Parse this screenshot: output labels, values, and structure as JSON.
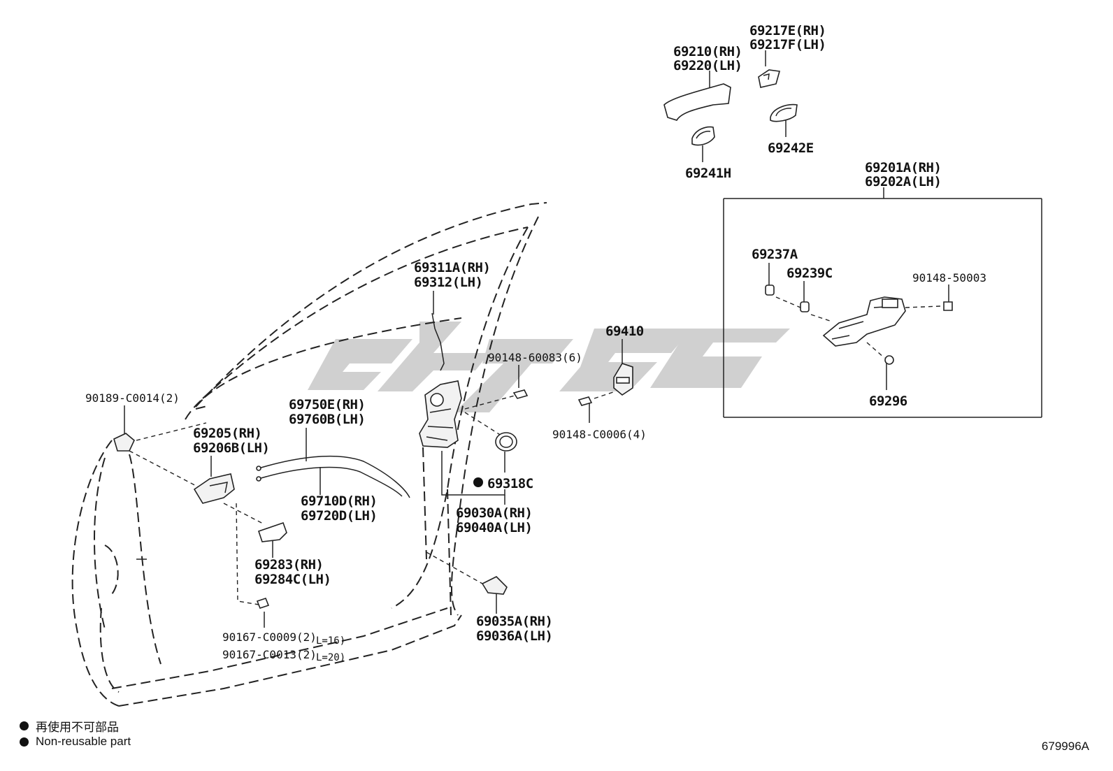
{
  "labels": {
    "p69217": [
      "69217E(RH)",
      "69217F(LH)"
    ],
    "p69210": [
      "69210(RH)",
      "69220(LH)"
    ],
    "p69241": "69241H",
    "p69242": "69242E",
    "p69201": [
      "69201A(RH)",
      "69202A(LH)"
    ],
    "p69237": "69237A",
    "p69239": "69239C",
    "p90148_50003": "90148-50003",
    "p69296": "69296",
    "p69311": [
      "69311A(RH)",
      "69312(LH)"
    ],
    "p69410": "69410",
    "p90148_60083": "90148-60083(6)",
    "p90148_c0006": "90148-C0006(4)",
    "p90189": "90189-C0014(2)",
    "p69205": [
      "69205(RH)",
      "69206B(LH)"
    ],
    "p69750": [
      "69750E(RH)",
      "69760B(LH)"
    ],
    "p69710": [
      "69710D(RH)",
      "69720D(LH)"
    ],
    "p69318": "69318C",
    "p69030": [
      "69030A(RH)",
      "69040A(LH)"
    ],
    "p69283": [
      "69283(RH)",
      "69284C(LH)"
    ],
    "p69035": [
      "69035A(RH)",
      "69036A(LH)"
    ],
    "p90167_a": "90167-C0009(2)",
    "p90167_a_len": "L=16)",
    "p90167_b": "90167-C0013(2)",
    "p90167_b_len": "L=20)"
  },
  "legend": {
    "jp": "再使用不可部品",
    "en": "Non-reusable part"
  },
  "diagram_code": "679996A",
  "colors": {
    "line": "#222222",
    "watermark": "#c8c8c8"
  }
}
